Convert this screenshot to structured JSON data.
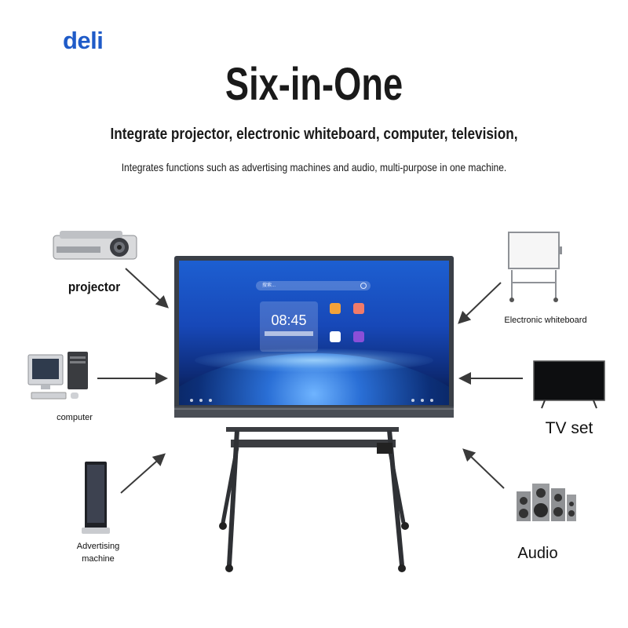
{
  "brand": "deli",
  "title": "Six-in-One",
  "subtitle_1": "Integrate projector, electronic whiteboard, computer, television,",
  "subtitle_2": "Integrates functions such as advertising machines and audio, multi-purpose in one machine.",
  "devices": {
    "projector": "projector",
    "computer": "computer",
    "advertising_line1": "Advertising",
    "advertising_line2": "machine",
    "whiteboard": "Electronic whiteboard",
    "tv": "TV set",
    "audio": "Audio"
  },
  "screen": {
    "search_placeholder": "搜索...",
    "time": "08:45",
    "icons": [
      "pen-app-icon",
      "folder-app-icon",
      "wifi-app-icon",
      "camera-app-icon"
    ]
  },
  "colors": {
    "brand": "#1f5bc8",
    "screen_top": "#1d5fd1",
    "screen_bottom": "#06143d",
    "frame": "#3a3f47",
    "arrow": "#3a3a3a"
  }
}
